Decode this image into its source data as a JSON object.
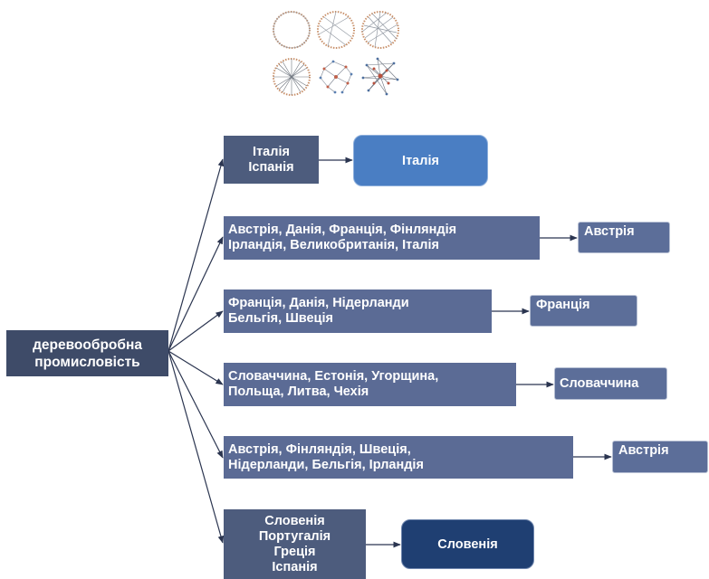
{
  "root": {
    "lines": [
      "деревообробна",
      "промисловість"
    ]
  },
  "branches": [
    {
      "group": [
        "Італія",
        "Іспанія"
      ],
      "result": "Італія"
    },
    {
      "group": [
        "Австрія, Данія, Франція, Фінляндія",
        "Ірландія, Великобританія, Італія"
      ],
      "result": "Австрія"
    },
    {
      "group": [
        "Франція, Данія, Нідерланди",
        "Бельгія, Швеція"
      ],
      "result": "Франція"
    },
    {
      "group": [
        "Словаччина, Естонія, Угорщина,",
        "Польща, Литва, Чехія"
      ],
      "result": "Словаччина"
    },
    {
      "group": [
        "Австрія, Фінляндія, Швеція,",
        "Нідерланди, Бельгія, Ірландія"
      ],
      "result": "Австрія"
    },
    {
      "group": [
        "Словенія",
        "Португалія",
        "Греція",
        "Іспанія"
      ],
      "result": "Словенія"
    }
  ],
  "colors": {
    "root": "#3e4b68",
    "group": "#5b6b95",
    "result": "#5c6e99",
    "result_top": "#4a7ec3",
    "result_bottom": "#1f3f72",
    "connector": "#2b3550"
  },
  "icons": [
    "ring-graph-icon",
    "ring-graph-icon",
    "ring-graph-icon",
    "ring-graph-icon",
    "cluster-graph-icon",
    "cluster-graph-icon"
  ]
}
